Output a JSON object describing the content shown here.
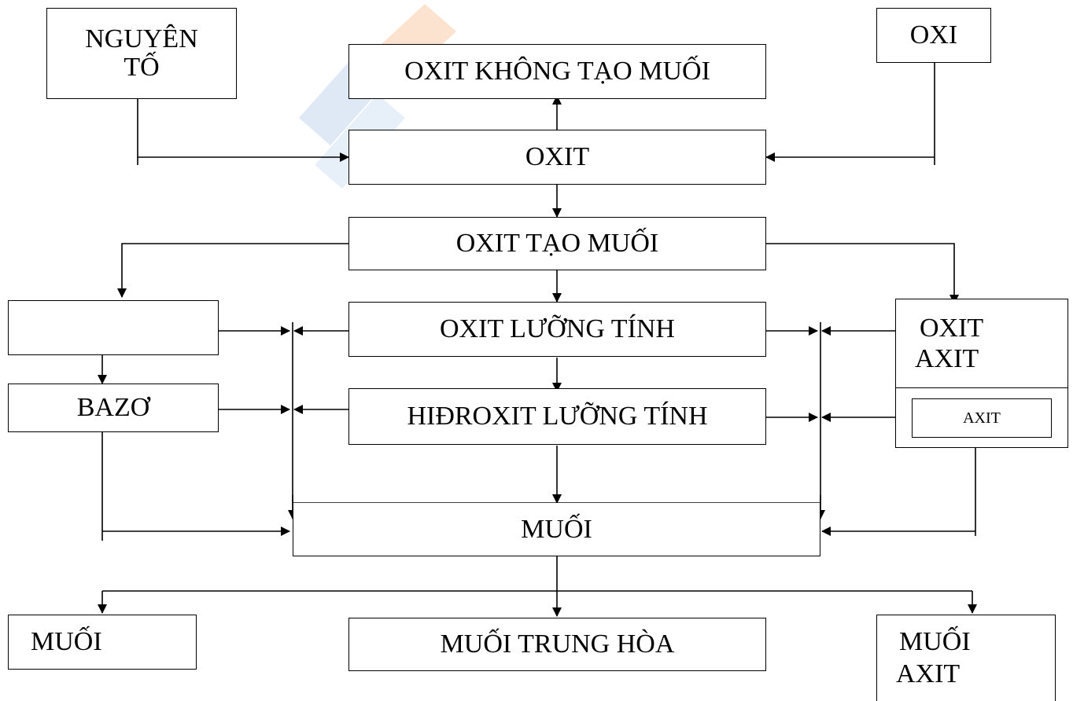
{
  "boxes": {
    "nguyen_to": {
      "line1": "NGUYÊN",
      "line2": "TỐ"
    },
    "oxi": "OXI",
    "oxit_khong_tao_muoi": "OXIT KHÔNG TẠO MUỐI",
    "oxit": "OXIT",
    "oxit_tao_muoi": "OXIT TẠO MUỐI",
    "oxit_bazo_blank": "",
    "oxit_luong_tinh": "OXIT LƯỠNG TÍNH",
    "oxit_axit": {
      "line1": "OXIT",
      "line2": "AXIT"
    },
    "bazo": "BAZƠ",
    "hidroxit_luong_tinh": "HIĐROXIT LƯỠNG TÍNH",
    "axit": "AXIT",
    "muoi": "MUỐI",
    "muoi_left": "MUỐI",
    "muoi_trung_hoa": "MUỐI TRUNG HÒA",
    "muoi_axit": {
      "line1": "MUỐI",
      "line2": "AXIT"
    }
  },
  "colors": {
    "line": "#000000",
    "watermark_blue": "#dfe9f5",
    "watermark_orange": "#fbe3cf"
  }
}
